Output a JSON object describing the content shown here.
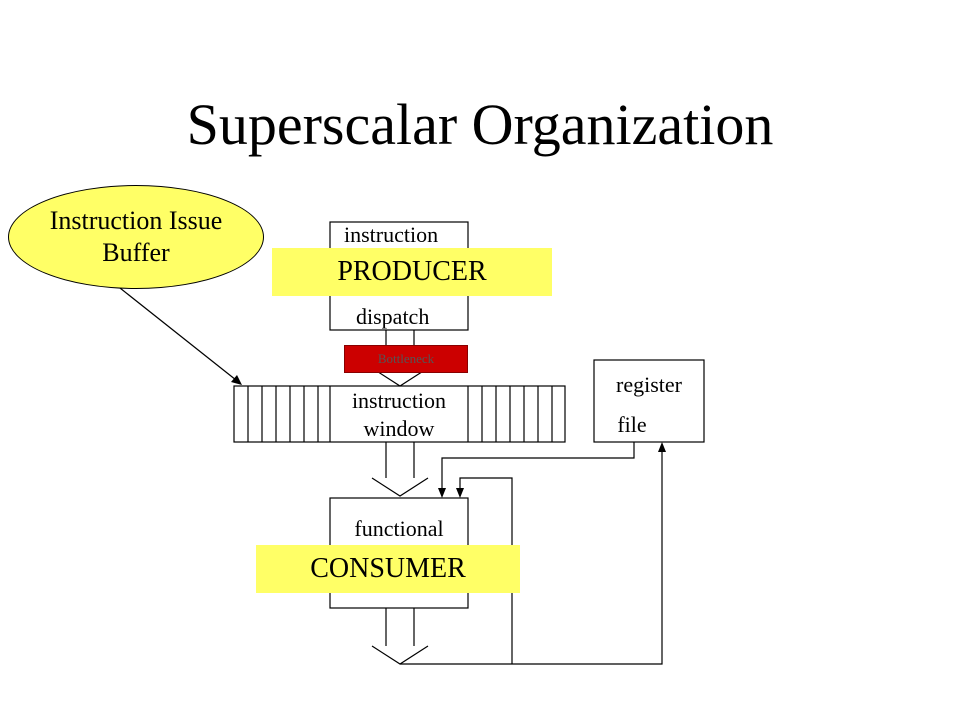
{
  "slide": {
    "title": "Superscalar Organization"
  },
  "callout": {
    "line1": "Instruction Issue",
    "line2": "Buffer",
    "fill": "#ffff66"
  },
  "blocks": {
    "fetch_top": "instruction",
    "fetch_bottom": "dispatch",
    "window_line1": "instruction",
    "window_line2": "window",
    "register_line1": "register",
    "register_line2": "file",
    "functional": "functional"
  },
  "banners": {
    "producer": "PRODUCER",
    "consumer": "CONSUMER",
    "fill": "#ffff66"
  },
  "bottleneck": {
    "label": "Bottleneck",
    "fill": "#cc0000"
  }
}
